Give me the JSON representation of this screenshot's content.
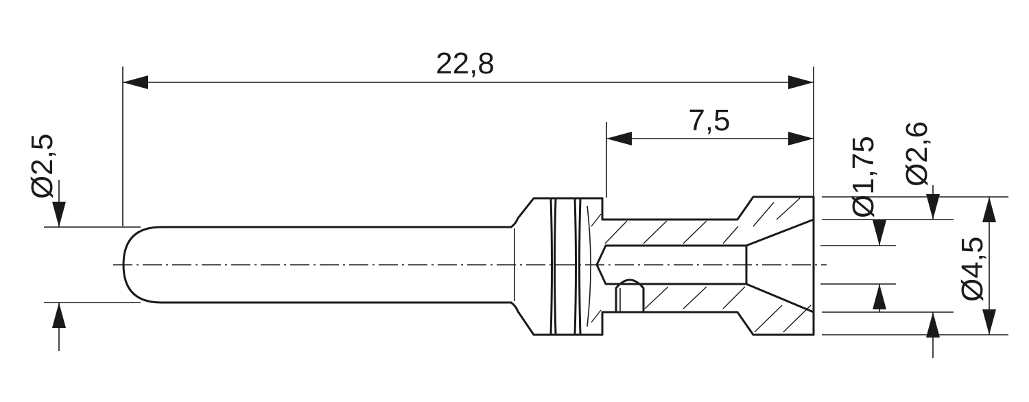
{
  "dimensions": {
    "overall_length": "22,8",
    "crimp_length": "7,5",
    "pin_diameter": "Ø2,5",
    "bore_diameter": "Ø1,75",
    "inner_diameter": "Ø2,6",
    "outer_diameter": "Ø4,5"
  }
}
